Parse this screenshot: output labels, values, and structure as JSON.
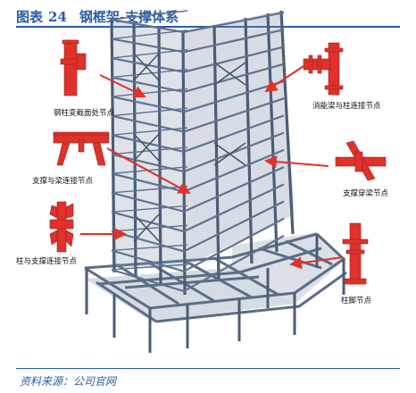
{
  "figure": {
    "label": "图表",
    "number": "24",
    "title": "钢框架-支撑体系"
  },
  "callouts": [
    {
      "key": "steel_column_section_change",
      "text": "钢柱变截面处节点"
    },
    {
      "key": "beam_column_connection",
      "text": "消能梁与柱连接节点"
    },
    {
      "key": "brace_beam_connection",
      "text": "支撑与梁连接节点"
    },
    {
      "key": "brace_through_beam",
      "text": "支撑穿梁节点"
    },
    {
      "key": "column_brace_connection",
      "text": "柱与支撑连接节点"
    },
    {
      "key": "column_base",
      "text": "柱脚节点"
    }
  ],
  "source": "资料来源：公司官网",
  "colors": {
    "accent_blue": "#2b5ca6",
    "steel": "#6b7f99",
    "steel_dark": "#45566e",
    "node_red": "#e0312b",
    "arrow_red": "#e0312b"
  }
}
